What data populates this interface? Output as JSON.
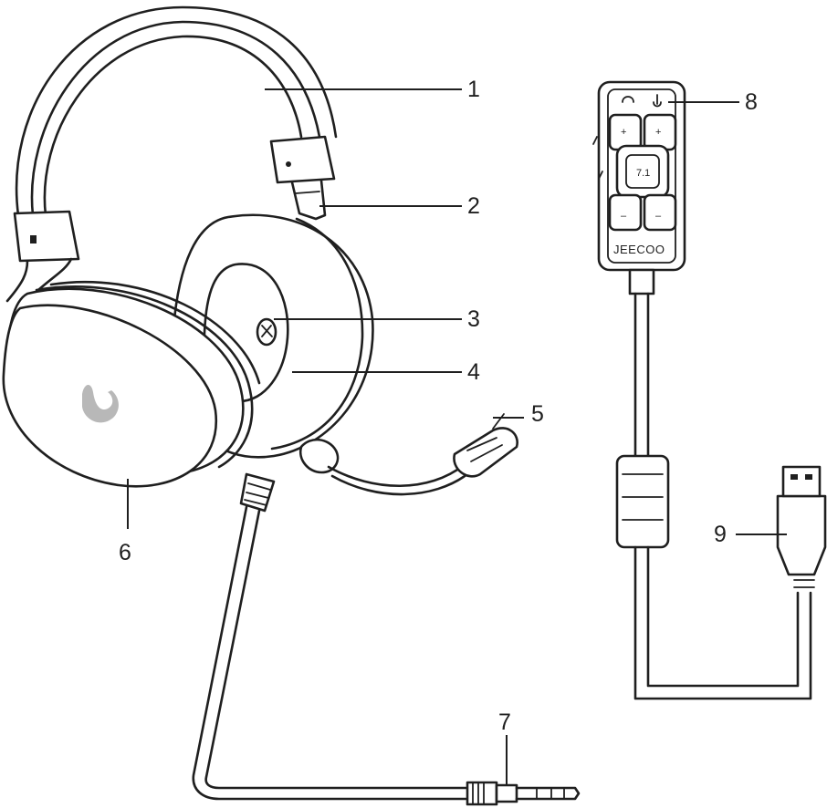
{
  "callouts": [
    "1",
    "2",
    "3",
    "4",
    "5",
    "6",
    "7",
    "8",
    "9"
  ],
  "controller": {
    "brand": "JEECOO",
    "plus": "+",
    "minus": "–",
    "center": "7.1"
  },
  "icons": {
    "headphone_volume": "headphone-icon",
    "mic_volume": "microphone-icon",
    "ear_logo": "brand-logo-icon"
  }
}
